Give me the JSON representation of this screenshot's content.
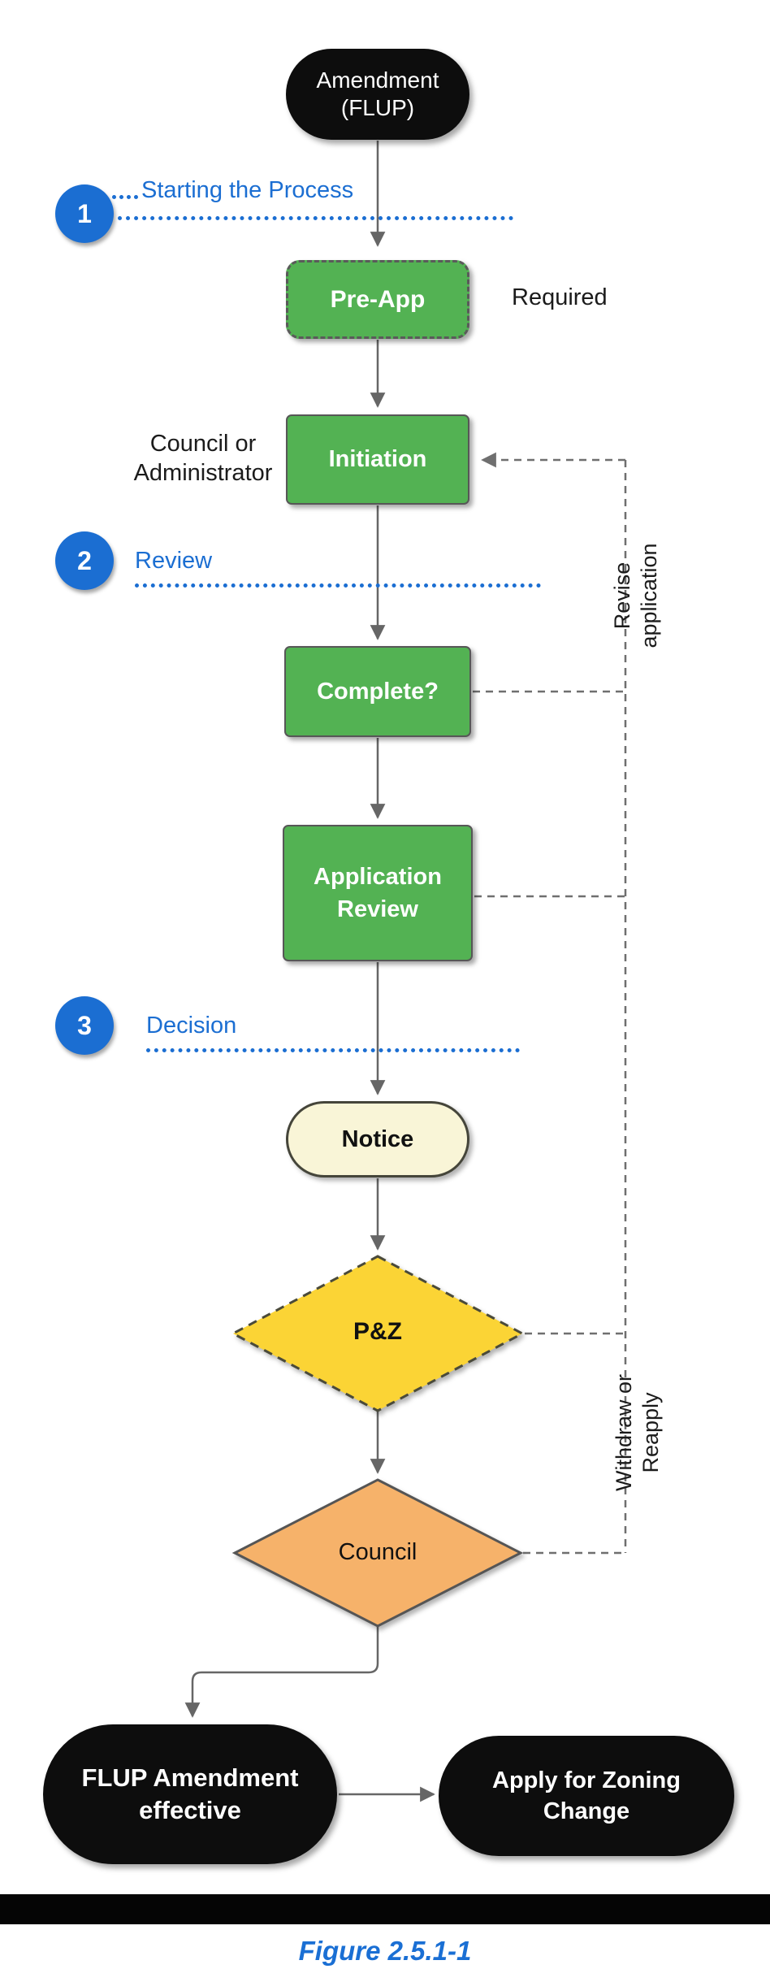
{
  "caption": "Figure 2.5.1-1",
  "steps": [
    {
      "number": "1",
      "label": "Starting the Process"
    },
    {
      "number": "2",
      "label": "Review"
    },
    {
      "number": "3",
      "label": "Decision"
    }
  ],
  "nodes": {
    "amendment": {
      "line1": "Amendment",
      "line2": "(FLUP)"
    },
    "pre_app": {
      "label": "Pre-App"
    },
    "initiation": {
      "label": "Initiation"
    },
    "complete": {
      "label": "Complete?"
    },
    "application_review": {
      "line1": "Application",
      "line2": "Review"
    },
    "notice": {
      "label": "Notice"
    },
    "pz": {
      "label": "P&Z"
    },
    "council": {
      "label": "Council"
    },
    "flup_effective": {
      "line1": "FLUP Amendment",
      "line2": "effective"
    },
    "apply_zoning": {
      "line1": "Apply for Zoning",
      "line2": "Change"
    }
  },
  "annotations": {
    "required": "Required",
    "council_admin_line1": "Council  or",
    "council_admin_line2": "Administrator",
    "revise_line1": "Revise",
    "revise_line2": "application",
    "withdraw_line1": "Withdraw or",
    "withdraw_line2": "Reapply"
  },
  "colors": {
    "process_green": "#53b253",
    "step_blue": "#1b6ed2",
    "notice_cream": "#f9f5d7",
    "pz_yellow": "#fbd435",
    "council_orange": "#f6b26a",
    "terminal_black": "#0d0d0d",
    "connector_gray": "#666666",
    "caption_blue": "#1a6fd4"
  }
}
